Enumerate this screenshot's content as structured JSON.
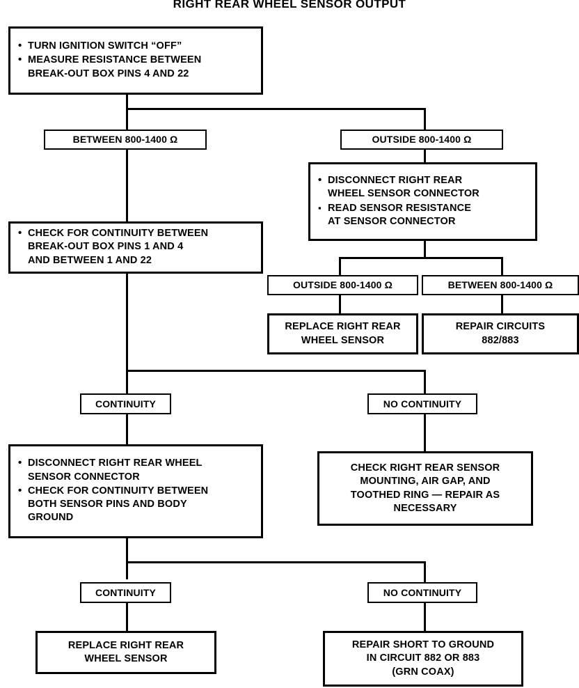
{
  "title": "RIGHT REAR WHEEL SENSOR OUTPUT",
  "nodes": {
    "start": {
      "name": "start-step",
      "lines": [
        "TURN IGNITION SWITCH “OFF”",
        "MEASURE RESISTANCE BETWEEN\nBREAK-OUT BOX PINS 4 AND 22"
      ]
    },
    "between_top": {
      "name": "between-800-1400-left",
      "text": "BETWEEN 800-1400 Ω"
    },
    "outside_top": {
      "name": "outside-800-1400-right",
      "text": "OUTSIDE 800-1400  Ω"
    },
    "disconnect_read": {
      "name": "disconnect-and-read-step",
      "lines": [
        "DISCONNECT RIGHT REAR\nWHEEL SENSOR CONNECTOR",
        "READ SENSOR RESISTANCE\nAT SENSOR CONNECTOR"
      ]
    },
    "check_continuity_box": {
      "name": "check-continuity-breakout-step",
      "lines": [
        "CHECK FOR CONTINUITY BETWEEN\nBREAK-OUT BOX PINS 1 AND 4\nAND BETWEEN 1 AND 22"
      ]
    },
    "outside_mid": {
      "name": "outside-800-1400-mid",
      "text": "OUTSIDE 800-1400 Ω"
    },
    "between_mid": {
      "name": "between-800-1400-mid",
      "text": "BETWEEN 800-1400 Ω"
    },
    "replace_sensor_mid": {
      "name": "replace-wheel-sensor-mid",
      "text": "REPLACE RIGHT REAR\nWHEEL SENSOR"
    },
    "repair_circuits": {
      "name": "repair-circuits-882-883",
      "text": "REPAIR CIRCUITS\n882/883"
    },
    "continuity_1": {
      "name": "continuity-label-upper",
      "text": "CONTINUITY"
    },
    "no_continuity_1": {
      "name": "no-continuity-label-upper",
      "text": "NO CONTINUITY"
    },
    "disconnect_ground": {
      "name": "disconnect-and-ground-check-step",
      "lines": [
        "DISCONNECT RIGHT REAR WHEEL\nSENSOR CONNECTOR",
        "CHECK FOR CONTINUITY BETWEEN\nBOTH SENSOR PINS AND BODY\nGROUND"
      ]
    },
    "check_mounting": {
      "name": "check-mounting-air-gap-step",
      "text": "CHECK RIGHT REAR SENSOR\nMOUNTING, AIR GAP, AND\nTOOTHED RING — REPAIR AS\nNECESSARY"
    },
    "continuity_2": {
      "name": "continuity-label-lower",
      "text": "CONTINUITY"
    },
    "no_continuity_2": {
      "name": "no-continuity-label-lower",
      "text": "NO CONTINUITY"
    },
    "replace_sensor_bottom": {
      "name": "replace-wheel-sensor-bottom",
      "text": "REPLACE RIGHT REAR\nWHEEL SENSOR"
    },
    "repair_short": {
      "name": "repair-short-to-ground",
      "text": "REPAIR SHORT TO GROUND\nIN CIRCUIT 882 OR 883\n(GRN COAX)"
    }
  },
  "colors": {
    "line": "#000000",
    "background": "#ffffff",
    "text": "#000000"
  }
}
